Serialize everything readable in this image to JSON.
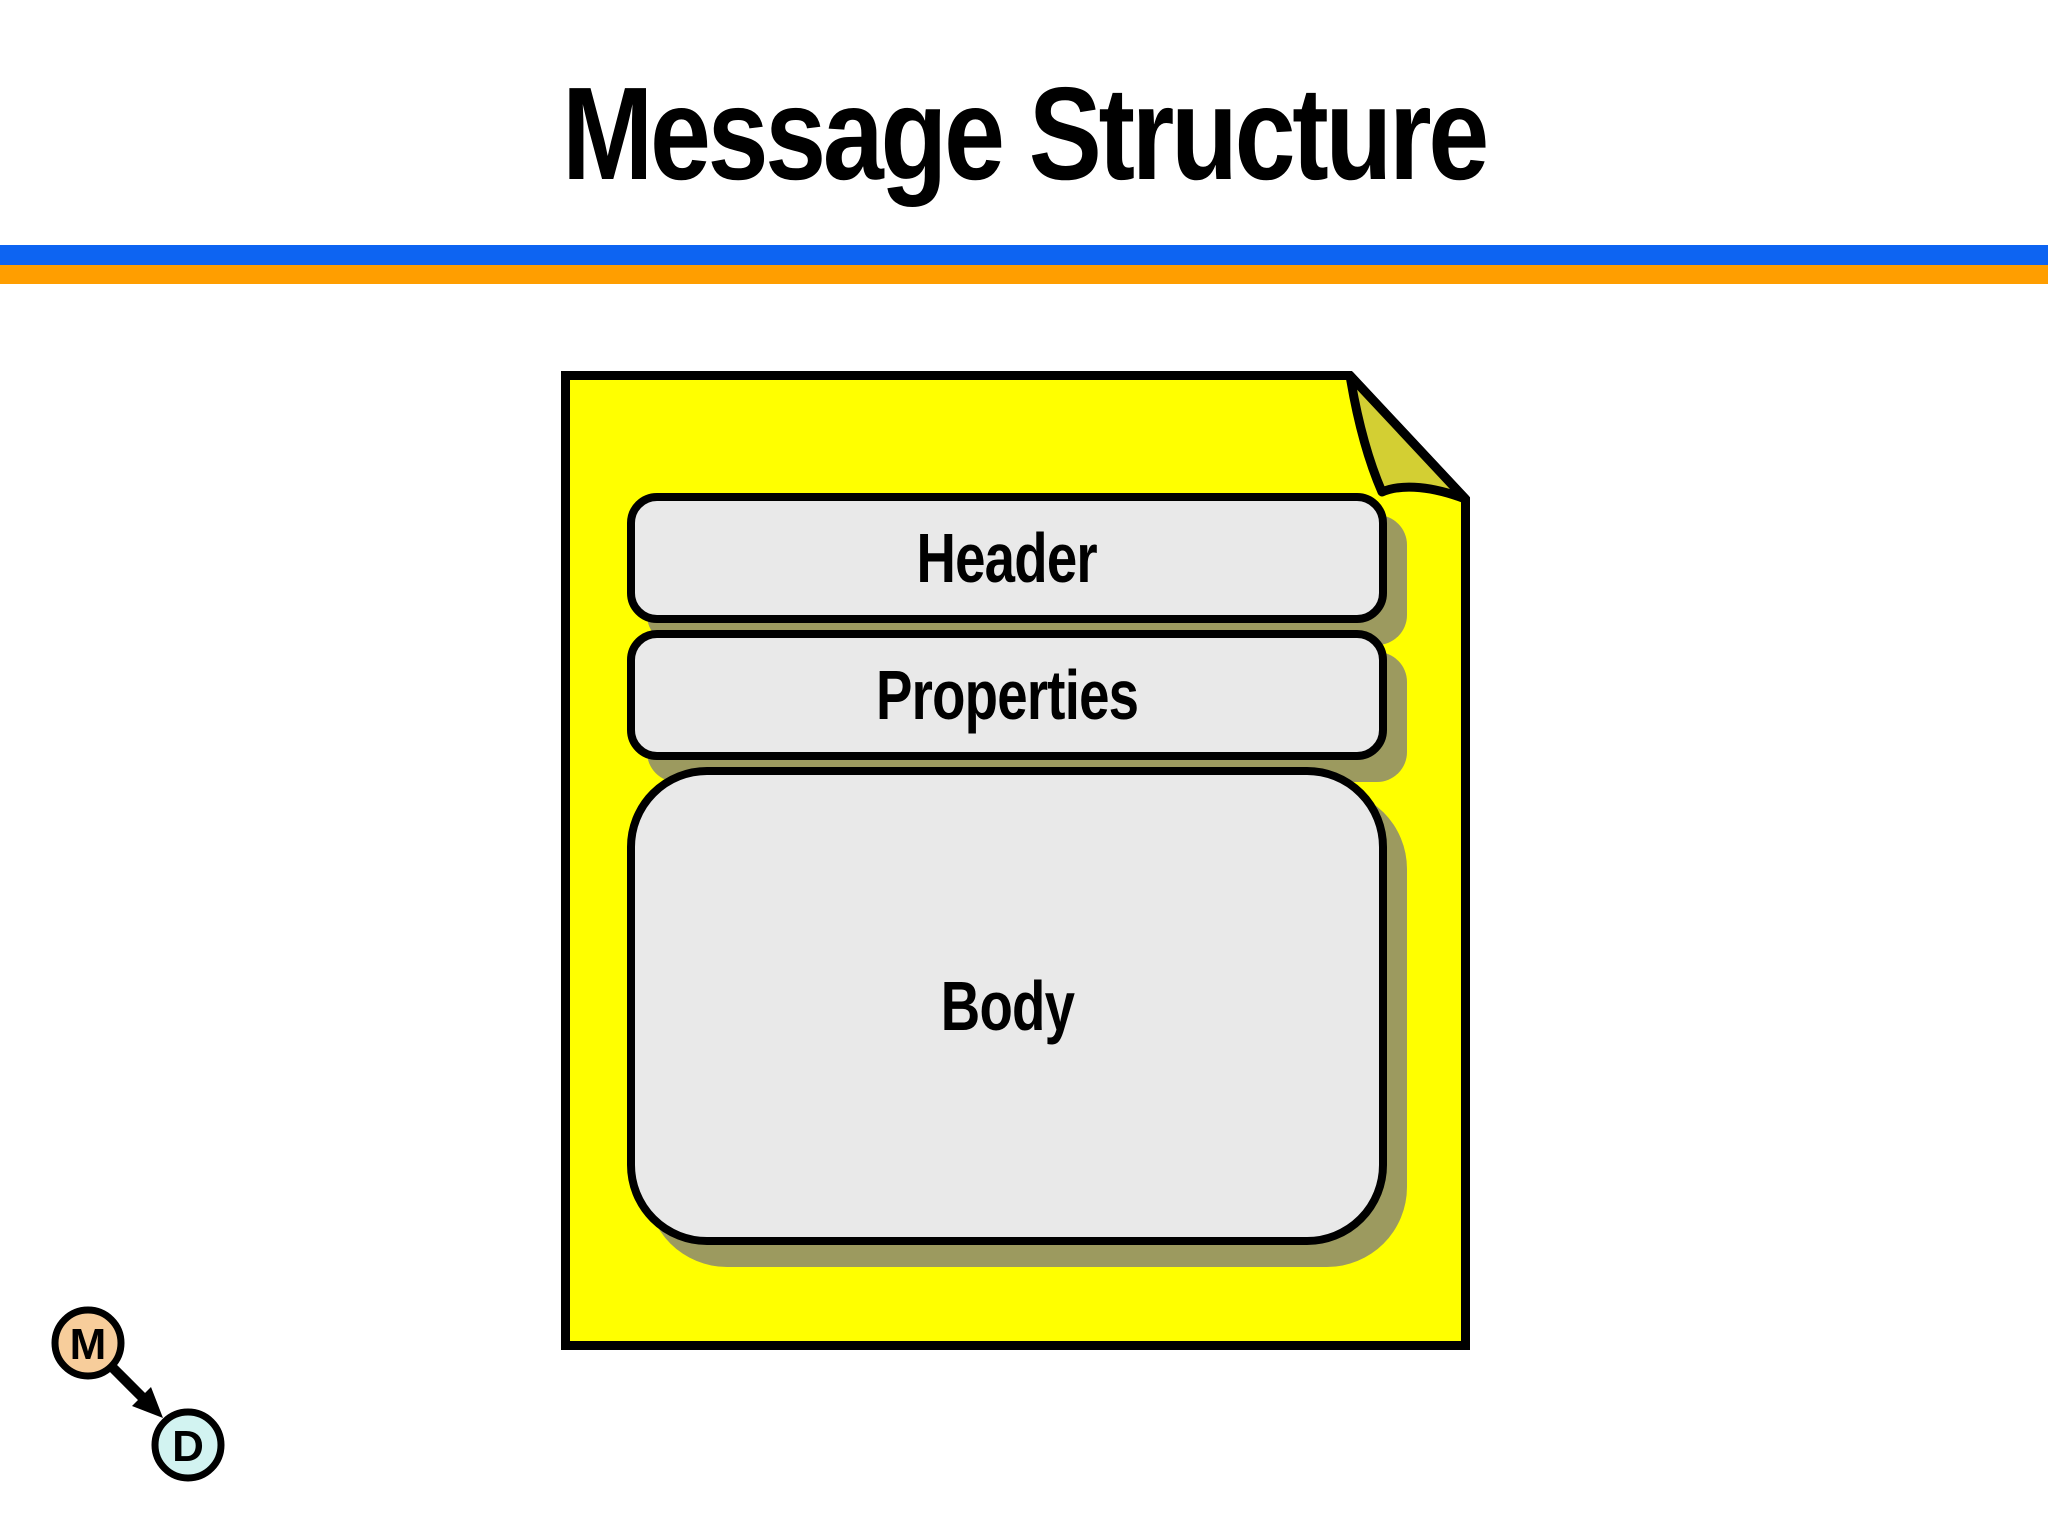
{
  "slide": {
    "title": "Message Structure"
  },
  "accents": {
    "rule_blue": "#0D64F2",
    "rule_orange": "#FF9E00",
    "text_color": "#000000",
    "background": "#FFFFFF"
  },
  "message_document": {
    "fill": "#FFFF00",
    "fold_fill": "#D3CF33",
    "outline": "#000000",
    "section_fill": "#E9E9E9",
    "shadow_color": "#A09E60",
    "sections": [
      {
        "label": "Header"
      },
      {
        "label": "Properties"
      },
      {
        "label": "Body"
      }
    ]
  },
  "legend": {
    "message_node": {
      "label": "M",
      "fill": "#F7CD9B"
    },
    "destination_node": {
      "label": "D",
      "fill": "#D2F3F1"
    },
    "arrow": "message-to-destination"
  }
}
